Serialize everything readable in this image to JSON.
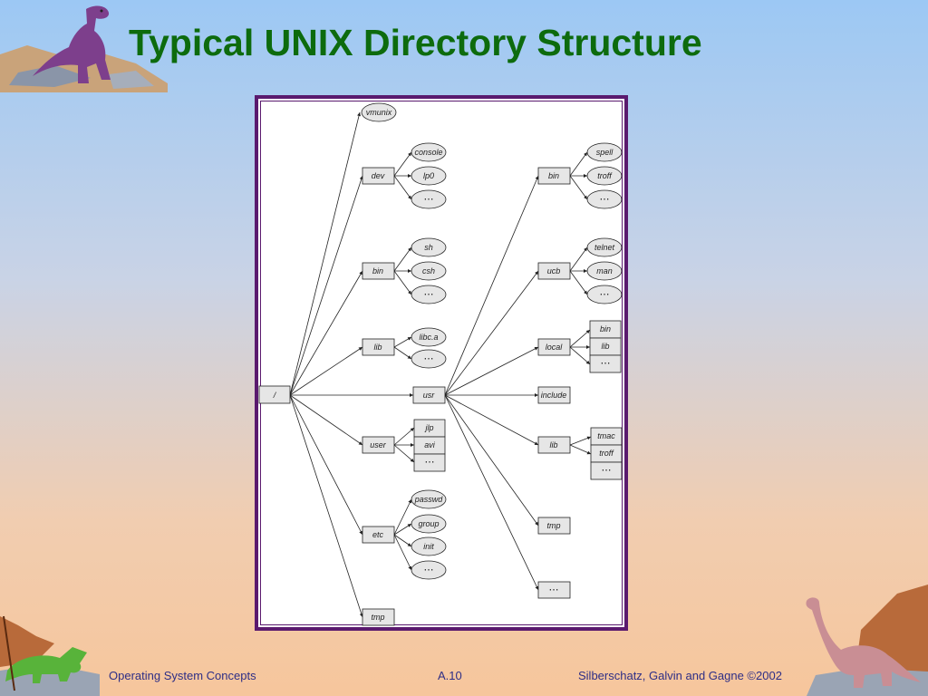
{
  "title": "Typical UNIX Directory Structure",
  "footer": {
    "left": "Operating System Concepts",
    "center": "A.10",
    "right": "Silberschatz, Galvin and  Gagne ©2002"
  },
  "tree": {
    "root": "/",
    "vmunix": "vmunix",
    "dev": "dev",
    "dev_children": [
      "console",
      "lp0",
      "⋯"
    ],
    "bin": "bin",
    "bin_children": [
      "sh",
      "csh",
      "⋯"
    ],
    "lib": "lib",
    "lib_children": [
      "libc.a",
      "⋯"
    ],
    "usr": "usr",
    "user": "user",
    "user_children": [
      "jlp",
      "avi",
      "⋯"
    ],
    "etc": "etc",
    "etc_children": [
      "passwd",
      "group",
      "init",
      "⋯"
    ],
    "tmp": "tmp",
    "usr_bin": "bin",
    "usr_bin_children": [
      "spell",
      "troff",
      "⋯"
    ],
    "ucb": "ucb",
    "ucb_children": [
      "telnet",
      "man",
      "⋯"
    ],
    "local": "local",
    "local_children": [
      "bin",
      "lib",
      "⋯"
    ],
    "include": "include",
    "usr_lib": "lib",
    "usr_lib_children": [
      "tmac",
      "troff",
      "⋯"
    ],
    "usr_tmp": "tmp",
    "usr_more": "⋯"
  },
  "colors": {
    "title": "#0d6b0d",
    "frame": "#5a1a6e",
    "footer_text": "#2e2e86"
  },
  "icons": {
    "top_left": "trex-dinosaur-icon",
    "bottom_left": "triceratops-dinosaur-icon",
    "bottom_right": "brontosaurus-dinosaur-icon"
  }
}
